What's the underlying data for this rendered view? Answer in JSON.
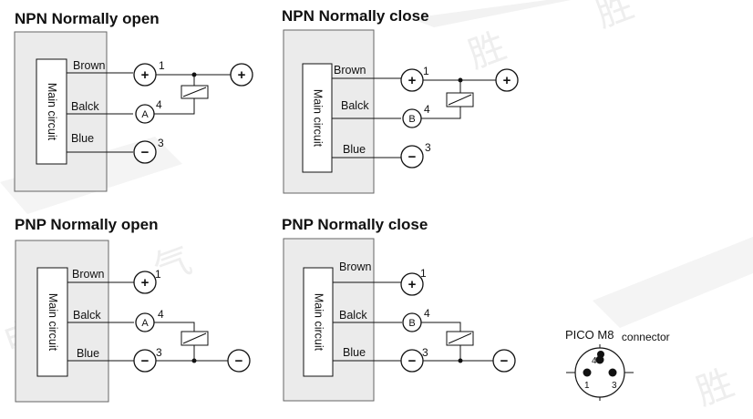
{
  "panels": [
    {
      "id": "npn-no",
      "title": "NPN Normally open",
      "main_label": "Main circuit",
      "wires": [
        {
          "color": "Brown",
          "pin": "1",
          "symbol": "+"
        },
        {
          "color": "Balck",
          "pin": "4",
          "symbol": "A"
        },
        {
          "color": "Blue",
          "pin": "3",
          "symbol": "−"
        }
      ],
      "load_supply": "+"
    },
    {
      "id": "npn-nc",
      "title": "NPN Normally close",
      "main_label": "Main circuit",
      "wires": [
        {
          "color": "Brown",
          "pin": "1",
          "symbol": "+"
        },
        {
          "color": "Balck",
          "pin": "4",
          "symbol": "B"
        },
        {
          "color": "Blue",
          "pin": "3",
          "symbol": "−"
        }
      ],
      "load_supply": "+"
    },
    {
      "id": "pnp-no",
      "title": "PNP Normally open",
      "main_label": "Main circuit",
      "wires": [
        {
          "color": "Brown",
          "pin": "1",
          "symbol": "+"
        },
        {
          "color": "Balck",
          "pin": "4",
          "symbol": "A"
        },
        {
          "color": "Blue",
          "pin": "3",
          "symbol": "−"
        }
      ],
      "load_supply": "−"
    },
    {
      "id": "pnp-nc",
      "title": "PNP Normally close",
      "main_label": "Main circuit",
      "wires": [
        {
          "color": "Brown",
          "pin": "1",
          "symbol": "+"
        },
        {
          "color": "Balck",
          "pin": "4",
          "symbol": "B"
        },
        {
          "color": "Blue",
          "pin": "3",
          "symbol": "−"
        }
      ],
      "load_supply": "−"
    }
  ],
  "connector": {
    "label": "PICO M8",
    "label_suffix": "connector",
    "pins": [
      "4",
      "1",
      "3"
    ]
  },
  "watermark": [
    "胜",
    "胜",
    "胜",
    "气",
    "电"
  ]
}
